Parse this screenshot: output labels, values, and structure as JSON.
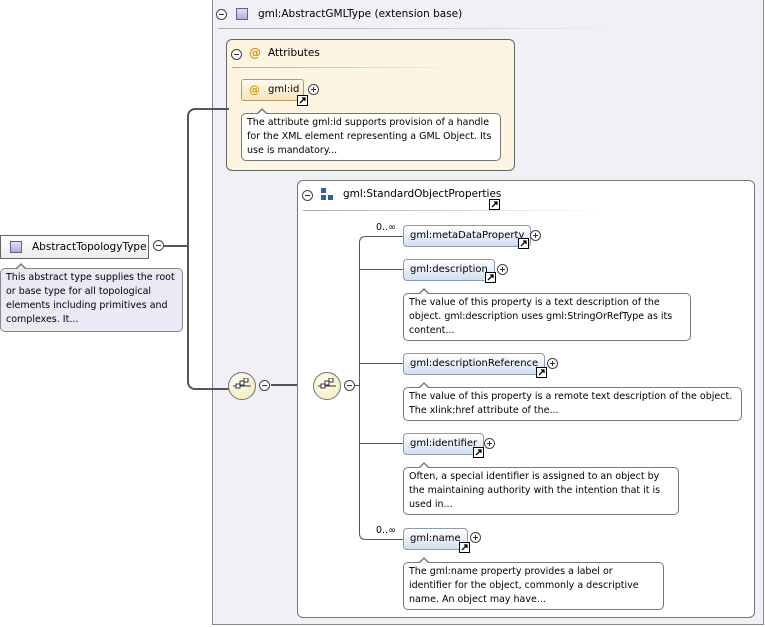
{
  "root": {
    "name": "AbstractTopologyType",
    "description": "This abstract type supplies the root or base type for all topological elements including primitives and complexes. It..."
  },
  "base": {
    "name": "gml:AbstractGMLType (extension base)"
  },
  "attributes": {
    "title": "Attributes",
    "items": [
      {
        "name": "gml:id",
        "description": "The attribute gml:id supports provision of a handle for the XML element representing a GML Object. Its use is mandatory..."
      }
    ]
  },
  "group": {
    "name": "gml:StandardObjectProperties"
  },
  "elements": [
    {
      "name": "gml:metaDataProperty",
      "occurrence": "0..∞",
      "description": ""
    },
    {
      "name": "gml:description",
      "occurrence": "",
      "description": "The value of this property is a text description of the object. gml:description uses gml:StringOrRefType as its content..."
    },
    {
      "name": "gml:descriptionReference",
      "occurrence": "",
      "description": "The value of this property is a remote text description of the object. The xlink:href attribute of the..."
    },
    {
      "name": "gml:identifier",
      "occurrence": "",
      "description": "Often, a special identifier is assigned to an object by the maintaining authority with the intention that it is used in..."
    },
    {
      "name": "gml:name",
      "occurrence": "0..∞",
      "description": "The gml:name property provides a label or identifier for the object, commonly a descriptive name. An object may have..."
    }
  ],
  "icons": {
    "attribute": "at-sign-icon",
    "type": "type-box-icon",
    "group": "group-icon",
    "sequence": "sequence-compositor-icon",
    "link": "link-arrow-icon"
  }
}
